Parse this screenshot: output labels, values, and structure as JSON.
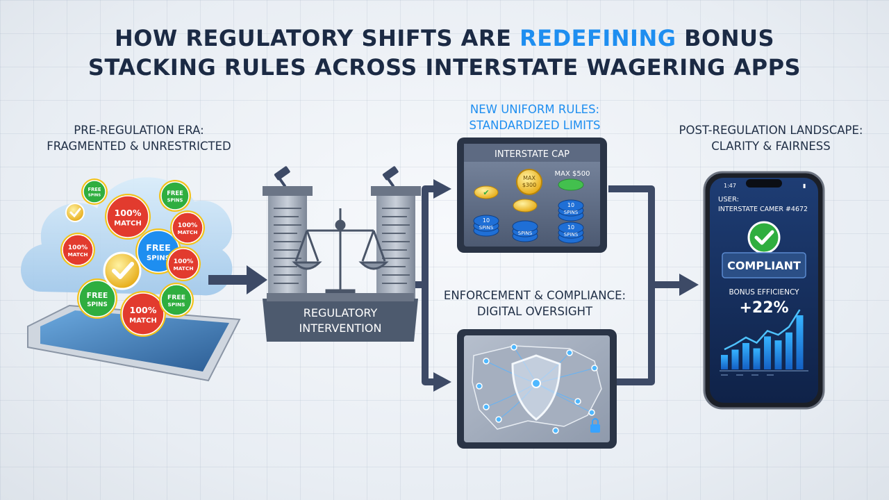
{
  "title": {
    "line1_part1": "HOW REGULATORY SHIFTS ARE ",
    "line1_highlight": "REDEFINING",
    "line1_part2": " BONUS",
    "line2": "STACKING RULES ACROSS INTERSTATE WAGERING APPS"
  },
  "pre_regulation": {
    "title_line1": "PRE-REGULATION ERA:",
    "title_line2": "FRAGMENTED & UNRESTRICTED",
    "badges": [
      {
        "line1": "100%",
        "line2": "MATCH",
        "color": "#e23b2e"
      },
      {
        "line1": "FREE",
        "line2": "SPINS",
        "color": "#1e8ef0"
      },
      {
        "line1": "100%",
        "line2": "MATCH",
        "color": "#e23b2e"
      },
      {
        "line1": "FREE",
        "line2": "SPINS",
        "color": "#2fae3f"
      },
      {
        "line1": "100%",
        "line2": "MATCH",
        "color": "#e23b2e"
      },
      {
        "line1": "FREE",
        "line2": "SPINS",
        "color": "#2fae3f"
      },
      {
        "line1": "100%",
        "line2": "MATCH",
        "color": "#e23b2e"
      },
      {
        "line1": "FREE",
        "line2": "SPINS",
        "color": "#2fae3f"
      },
      {
        "line1": "100%",
        "line2": "MATCH",
        "color": "#e23b2e"
      },
      {
        "line1": "FREE",
        "line2": "SPINS",
        "color": "#2fae3f"
      }
    ]
  },
  "regulatory": {
    "label_line1": "REGULATORY",
    "label_line2": "INTERVENTION"
  },
  "uniform_rules": {
    "title_line1": "NEW UNIFORM RULES:",
    "title_line2": "STANDARDIZED LIMITS",
    "panel_header": "INTERSTATE CAP",
    "max_label": "MAX $500",
    "coin_label_line1": "MAX",
    "coin_label_line2": "$300",
    "stack_labels": [
      {
        "line1": "10",
        "line2": "SPINS"
      },
      {
        "line1": "",
        "line2": "SPINS"
      },
      {
        "line1": "10",
        "line2": "SPINS"
      },
      {
        "line1": "10",
        "line2": "SPINS"
      }
    ]
  },
  "enforcement": {
    "title_line1": "ENFORCEMENT & COMPLIANCE:",
    "title_line2": "DIGITAL OVERSIGHT"
  },
  "post_regulation": {
    "title_line1": "POST-REGULATION LANDSCAPE:",
    "title_line2": "CLARITY & FAIRNESS",
    "phone_time": "1:47",
    "user_label": "USER:",
    "user_id": "INTERSTATE CAMER #4672",
    "status": "COMPLIANT",
    "metric_label": "BONUS EFFICIENCY",
    "metric_value": "+22%",
    "bar_values": [
      22,
      30,
      40,
      32,
      50,
      44,
      56,
      82
    ]
  },
  "colors": {
    "accent": "#1e8ef0",
    "dark": "#1b2a44",
    "match_red": "#e23b2e",
    "spins_green": "#2fae3f",
    "gold": "#f2c21c",
    "arrow": "#3d4a66"
  }
}
